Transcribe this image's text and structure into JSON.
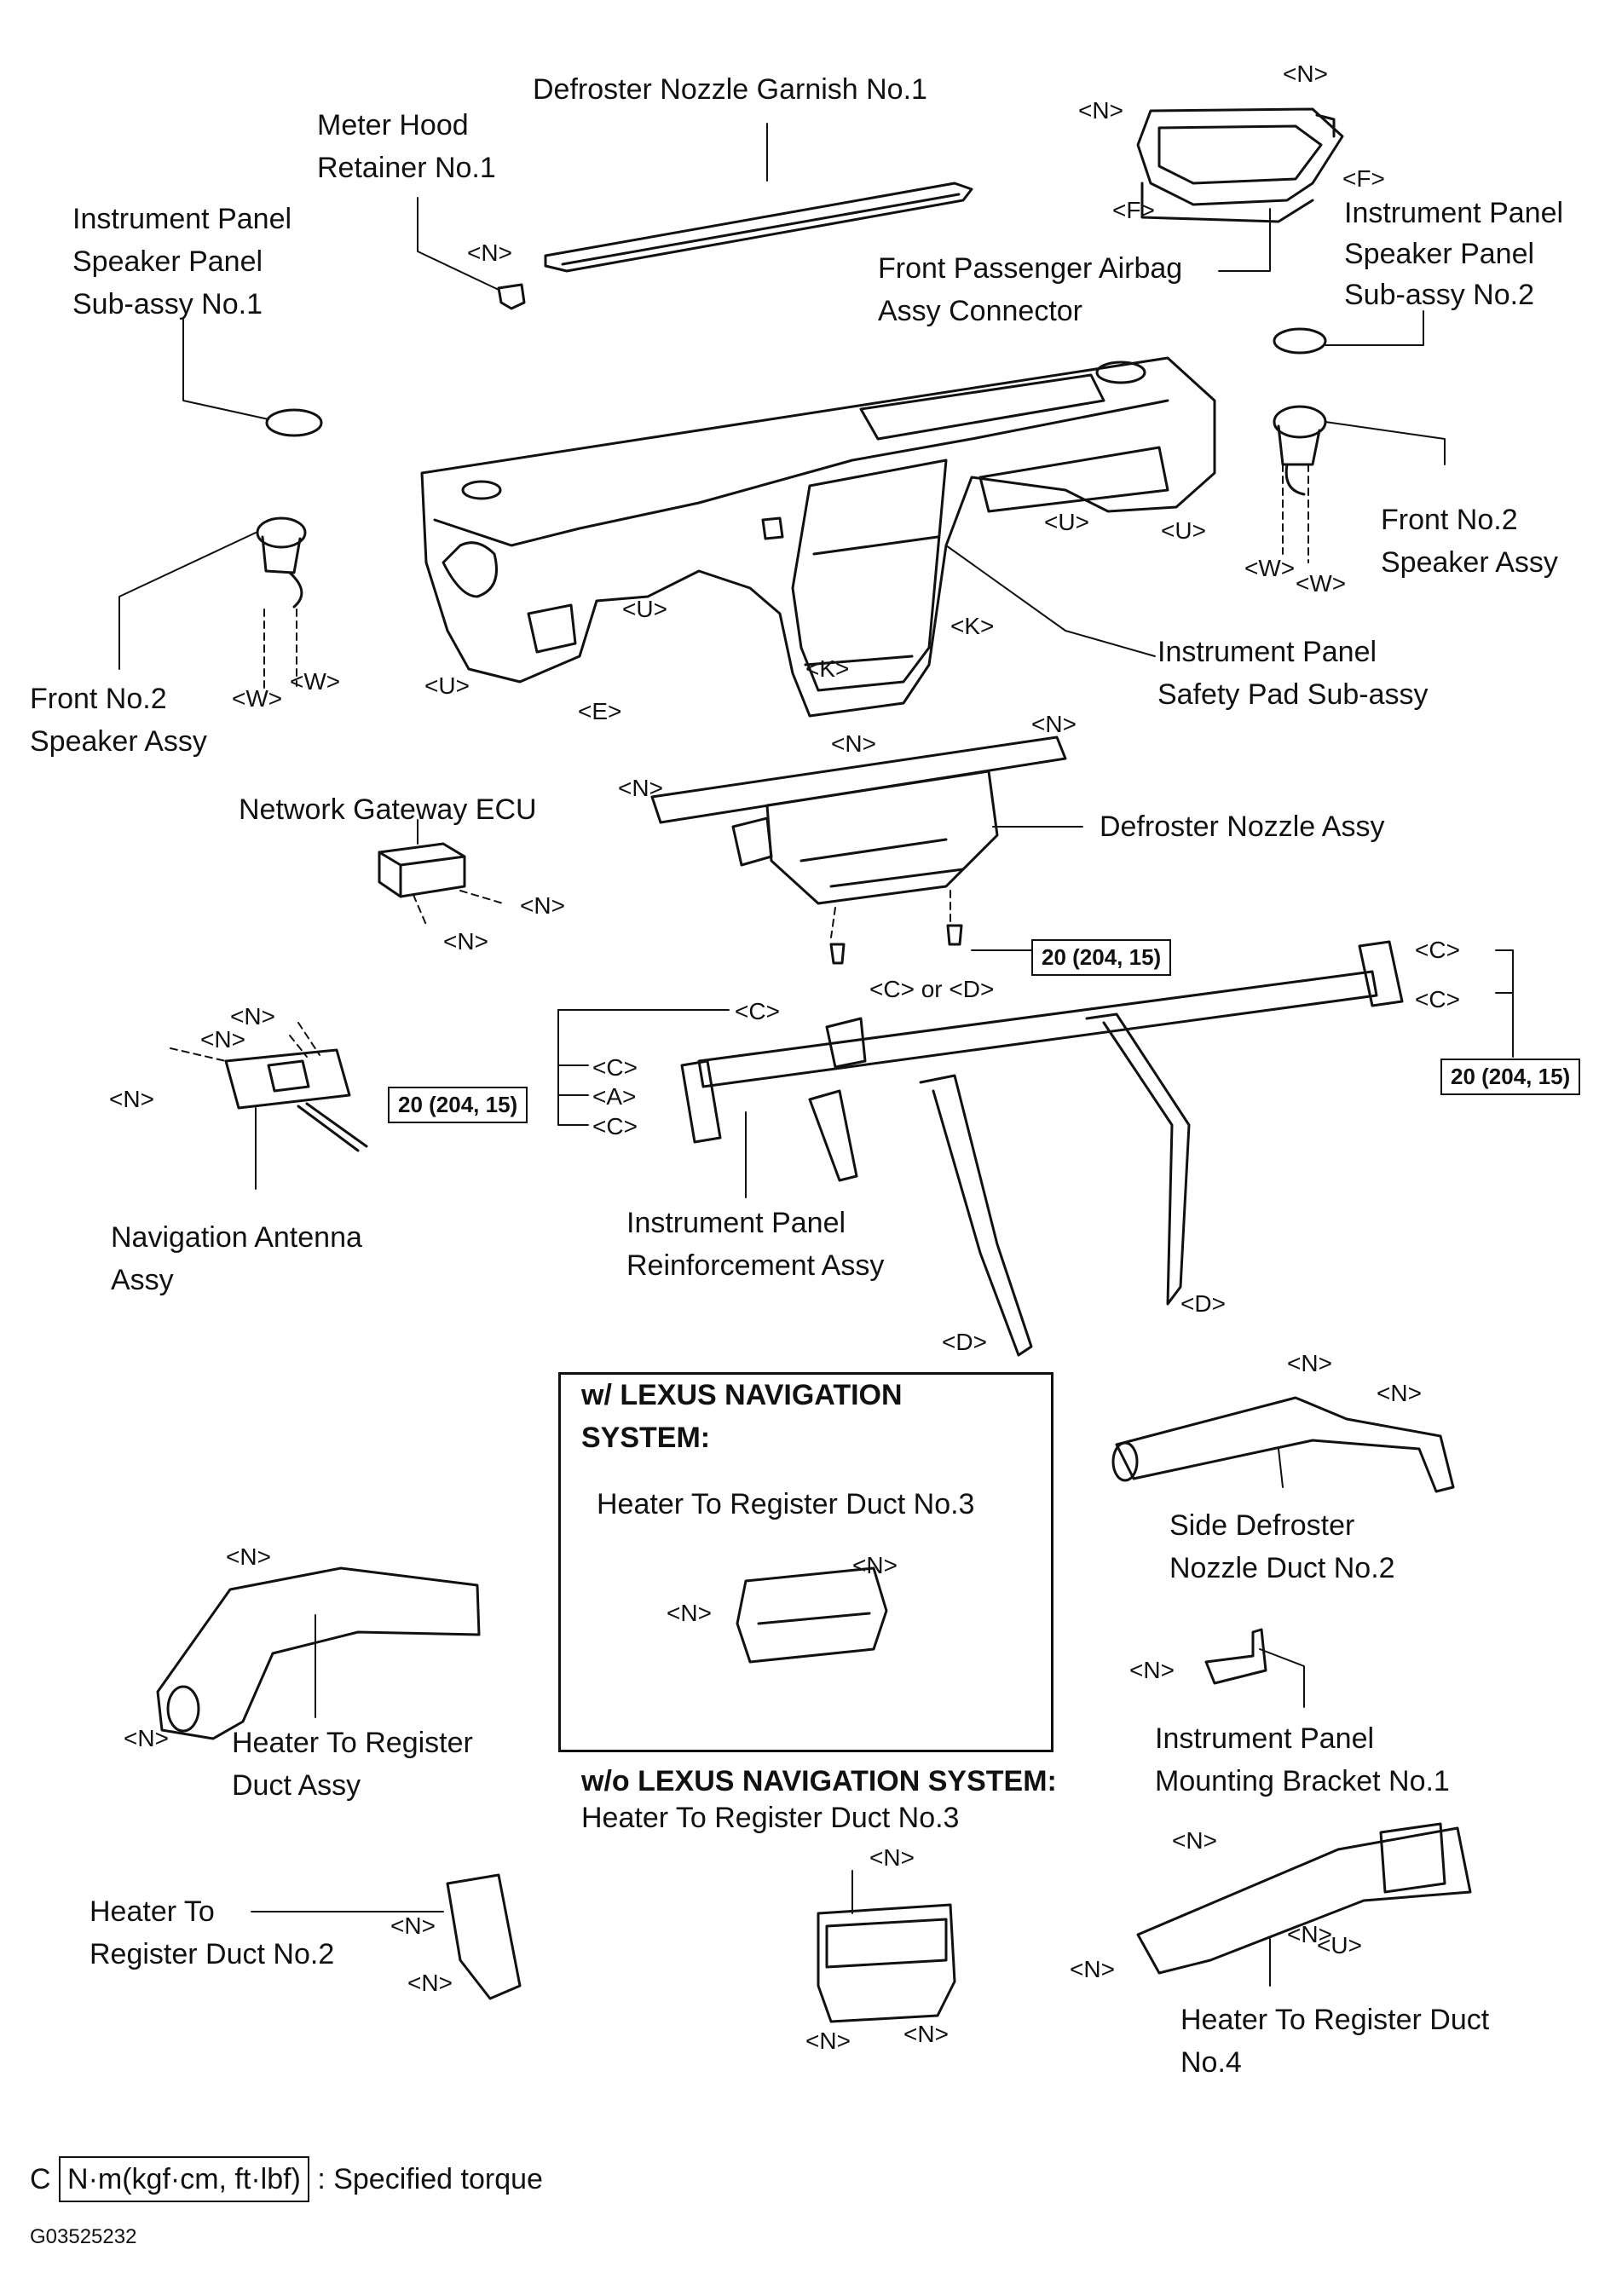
{
  "labels": {
    "defroster_nozzle_garnish": "Defroster Nozzle Garnish No.1",
    "meter_hood_retainer_1": "Meter Hood",
    "meter_hood_retainer_2": "Retainer No.1",
    "speaker_panel_1_a": "Instrument Panel",
    "speaker_panel_1_b": "Speaker Panel",
    "speaker_panel_1_c": "Sub-assy No.1",
    "airbag_connector_a": "Front Passenger Airbag",
    "airbag_connector_b": "Assy Connector",
    "speaker_panel_2_a": "Instrument Panel",
    "speaker_panel_2_b": "Speaker Panel",
    "speaker_panel_2_c": "Sub-assy No.2",
    "front_speaker_right_a": "Front No.2",
    "front_speaker_right_b": "Speaker Assy",
    "front_speaker_left_a": "Front No.2",
    "front_speaker_left_b": "Speaker Assy",
    "safety_pad_a": "Instrument Panel",
    "safety_pad_b": "Safety Pad Sub-assy",
    "network_gateway": "Network Gateway ECU",
    "defroster_nozzle_assy": "Defroster Nozzle Assy",
    "navigation_antenna_a": "Navigation Antenna",
    "navigation_antenna_b": "Assy",
    "reinforcement_a": "Instrument Panel",
    "reinforcement_b": "Reinforcement Assy",
    "w_lexus_nav_a": "w/ LEXUS NAVIGATION",
    "w_lexus_nav_b": "SYSTEM:",
    "duct_no3_in_box": "Heater To Register Duct No.3",
    "side_defroster_a": "Side Defroster",
    "side_defroster_b": "Nozzle Duct No.2",
    "mounting_bracket_a": "Instrument Panel",
    "mounting_bracket_b": "Mounting Bracket No.1",
    "heater_duct_assy_a": "Heater To Register",
    "heater_duct_assy_b": "Duct Assy",
    "wo_lexus_nav": "w/o LEXUS NAVIGATION SYSTEM:",
    "duct_no3_wo": "Heater To Register Duct No.3",
    "duct_no2_a": "Heater To",
    "duct_no2_b": "Register Duct No.2",
    "duct_no4_a": "Heater To Register Duct",
    "duct_no4_b": "No.4"
  },
  "torque": {
    "value_1": "20 (204, 15)",
    "value_2": "20 (204, 15)",
    "value_3": "20 (204, 15)"
  },
  "clip_tags": {
    "N": "<N>",
    "F": "<F>",
    "U": "<U>",
    "W": "<W>",
    "E": "<E>",
    "K": "<K>",
    "C": "<C>",
    "A": "<A>",
    "D": "<D>",
    "C_or_D": "<C> or <D>"
  },
  "legend": {
    "prefix": "C",
    "unit_box": "N·m(kgf·cm, ft·lbf)",
    "text": ": Specified torque"
  },
  "figure_code": "G03525232"
}
